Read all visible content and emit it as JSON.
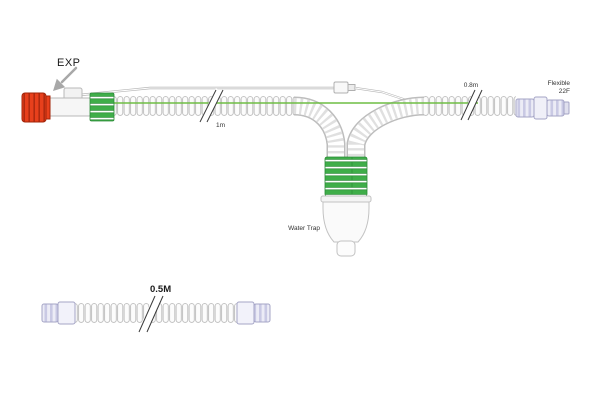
{
  "diagram": {
    "labels": {
      "exp": "EXP",
      "segment1_length": "1m",
      "segment2_length": "0.8m",
      "flexible_line1": "Flexible",
      "flexible_line2": "22F",
      "water_trap": "Water Trap",
      "extension_length": "0.5M"
    },
    "colors": {
      "cap_red": "#e8401c",
      "connector_green": "#3fae49",
      "connector_lavender": "#c9c9e4",
      "sample_line_green": "#6fbe44",
      "tube_outline": "#bdbdbd",
      "label_text": "#333333"
    }
  }
}
